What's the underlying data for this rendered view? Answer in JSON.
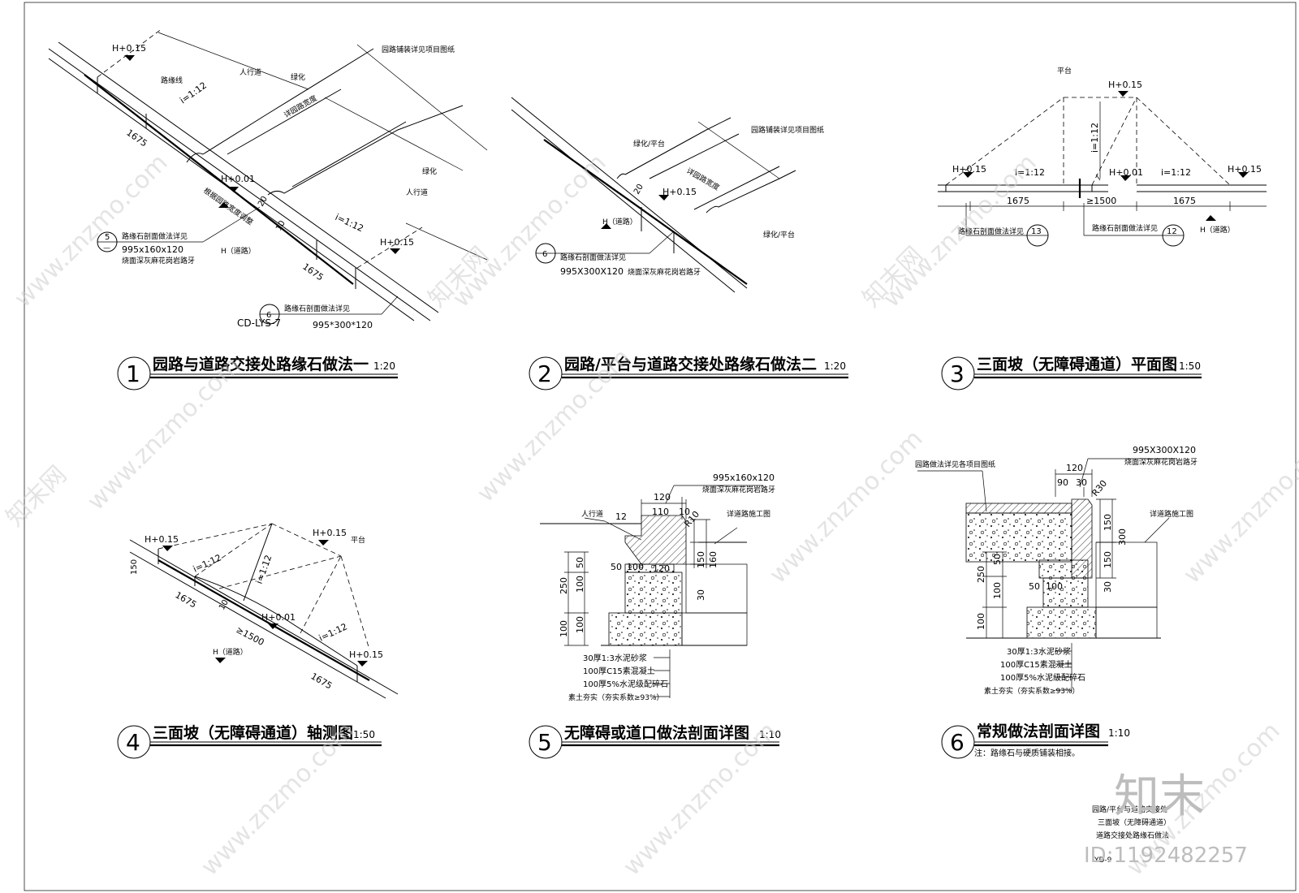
{
  "drawings": [
    {
      "num": "1",
      "title": "园路与道路交接处路缘石做法一",
      "scale": "1:20"
    },
    {
      "num": "2",
      "title": "园路/平台与道路交接处路缘石做法二",
      "scale": "1:20"
    },
    {
      "num": "3",
      "title": "三面坡（无障碍通道）平面图",
      "scale": "1:50"
    },
    {
      "num": "4",
      "title": "三面坡（无障碍通道）轴测图",
      "scale": "1:50"
    },
    {
      "num": "5",
      "title": "无障碍或道口做法剖面详图",
      "scale": "1:10"
    },
    {
      "num": "6",
      "title": "常规做法剖面详图",
      "scale": "1:10"
    }
  ],
  "d1": {
    "h015": "H+0.15",
    "curb_line": "路缘线",
    "sidewalk": "人行道",
    "green": "绿化",
    "paving_ref": "园路铺装详见项目图纸",
    "slope": "i=1:12",
    "len1": "1675",
    "h001": "H+0.01",
    "width_ref": "详园路宽度",
    "width_ref2": "根据园路宽度调整",
    "green2": "绿化",
    "sidewalk2": "人行道",
    "slope2": "i=1:12",
    "dim20": "20",
    "dim10": "10",
    "h_road": "H（道路）",
    "ref5_num": "5",
    "ref5_dash": "—",
    "ref5_text": "路缘石剖面做法详见",
    "ref5_size": "995x160x120",
    "ref5_mat": "烧面深灰麻花岗岩路牙",
    "h015b": "H+0.15",
    "len2": "1675",
    "ref6_num": "6",
    "ref6_text": "路缘石剖面做法详见",
    "ref6_code": "CD-LYS-7",
    "ref6_size": "995*300*120"
  },
  "d2": {
    "green_plat": "绿化/平台",
    "paving_ref": "园路铺装详见项目图纸",
    "width_ref": "详园路宽度",
    "dim20": "20",
    "h015": "H+0.15",
    "h_road": "H（道路）",
    "green_plat2": "绿化/平台",
    "ref6_num": "6",
    "ref6_text": "路缘石剖面做法详见",
    "ref6_size": "995X300X120",
    "ref6_mat": "烧面深灰麻花岗岩路牙"
  },
  "d3": {
    "platform": "平台",
    "h015_top": "H+0.15",
    "slope_v": "i=1:12",
    "h015_l": "H+0.15",
    "slope_l": "i=1:12",
    "h001": "H+0.01",
    "slope_r": "i=1:12",
    "h015_r": "H+0.15",
    "dim1": "1675",
    "dim2": "≥1500",
    "dim3": "1675",
    "ref13_text": "路缘石剖面做法详见",
    "ref13_num": "13",
    "ref12_text": "路缘石剖面做法详见",
    "ref12_num": "12",
    "h_road": "H（道路）"
  },
  "d4": {
    "h015_l": "H+0.15",
    "h015_t": "H+0.15",
    "platform": "平台",
    "dim150": "150",
    "slope1": "i=1:12",
    "slope2": "i=1:12",
    "slope3": "i=1:12",
    "dim1675a": "1675",
    "dim10": "10",
    "h001": "H+0.01",
    "dim1500": "≥1500",
    "h_road": "H（道路）",
    "h015_r": "H+0.15",
    "dim1675b": "1675"
  },
  "d5": {
    "size": "995x160x120",
    "mat": "烧面深灰麻花岗岩路牙",
    "d120": "120",
    "d110": "110",
    "d10": "10",
    "r10": "R10",
    "sidewalk": "人行道",
    "d12": "12",
    "road_ref": "详道路施工图",
    "v250": "250",
    "v50": "50",
    "v100a": "100",
    "v100b": "100",
    "v100c": "100",
    "h50": "50",
    "h100": "100",
    "h120": "120",
    "v150": "150",
    "v160": "160",
    "v30": "30",
    "layers": [
      "30厚1:3水泥砂浆",
      "100厚C15素混凝土",
      "100厚5%水泥级配碎石",
      "素土夯实（夯实系数≥93%）"
    ]
  },
  "d6": {
    "size": "995X300X120",
    "mat": "烧面深灰麻花岗岩路牙",
    "path_ref": "园路做法详见各项目图纸",
    "d120": "120",
    "d90": "90",
    "d30": "30",
    "r30": "R30",
    "road_ref": "详道路施工图",
    "v150": "150",
    "v300": "300",
    "v150b": "150",
    "v30": "30",
    "v250": "250",
    "v50": "50",
    "v100a": "100",
    "v100b": "100",
    "h50": "50",
    "h100": "100",
    "layers": [
      "30厚1:3水泥砂浆",
      "100厚C15素混凝土",
      "100厚5%水泥级配碎石",
      "素土夯实（夯实系数≥93%）"
    ],
    "note": "注：路缘石与硬质铺装相接。"
  },
  "titleblock": {
    "line1": "园路/平台与道路交接处",
    "line2": "三面坡（无障碍通道）",
    "line3": "道路交接处路缘石做法",
    "sheet": "YD-9"
  },
  "watermark": {
    "site": "www.znzmo.com",
    "brand_cn": "知末网",
    "logo": "知末",
    "id": "ID:1192482257"
  }
}
